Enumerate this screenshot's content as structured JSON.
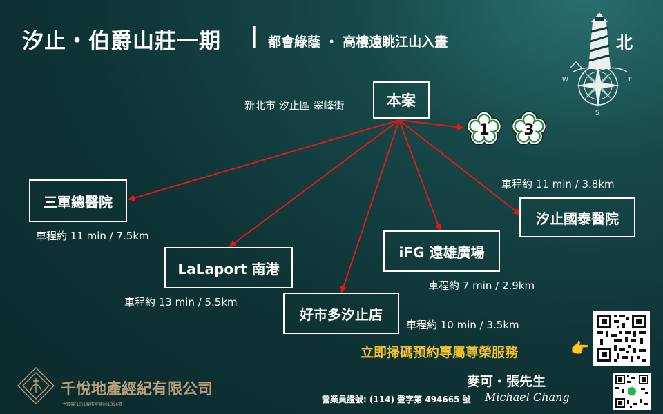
{
  "header": {
    "title": "汐止・伯爵山莊一期",
    "divider": "|",
    "subtitle": "都會綠蔭 ・ 高樓遠眺江山入畫"
  },
  "origin": {
    "label": "本案",
    "address": "新北市 汐止區 翠峰街"
  },
  "highways": [
    "1",
    "3"
  ],
  "destinations": {
    "military_hospital": {
      "label": "三軍總醫院",
      "drive": "車程約 11 min / 7.5km"
    },
    "lalaport": {
      "label": "LaLaport 南港",
      "drive": "車程約 13 min / 5.5km"
    },
    "costco": {
      "label": "好市多汐止店",
      "drive": "車程約 10 min / 3.5km"
    },
    "ifg": {
      "label": "iFG 遠雄廣場",
      "drive": "車程約 7 min / 2.9km"
    },
    "cathay": {
      "label": "汐止國泰醫院",
      "drive": "車程約 11 min / 3.8km"
    }
  },
  "compass": {
    "north_label": "北",
    "w": "W",
    "e": "E",
    "s": "S"
  },
  "cta": {
    "text": "立即掃碼預約專屬尊榮服務",
    "pointer": "👉"
  },
  "agent": {
    "name": "麥可・張先生",
    "license": "營業員證號: (114) 登字第 494665 號",
    "signature": "Michael Chang"
  },
  "company": {
    "name": "千悅地產經紀有限公司",
    "registration": "主管機(10)1機務字號001396號"
  },
  "colors": {
    "background": "#0f3436",
    "arrow": "#e01818",
    "cta": "#f2c230",
    "company": "#b9a07a"
  }
}
